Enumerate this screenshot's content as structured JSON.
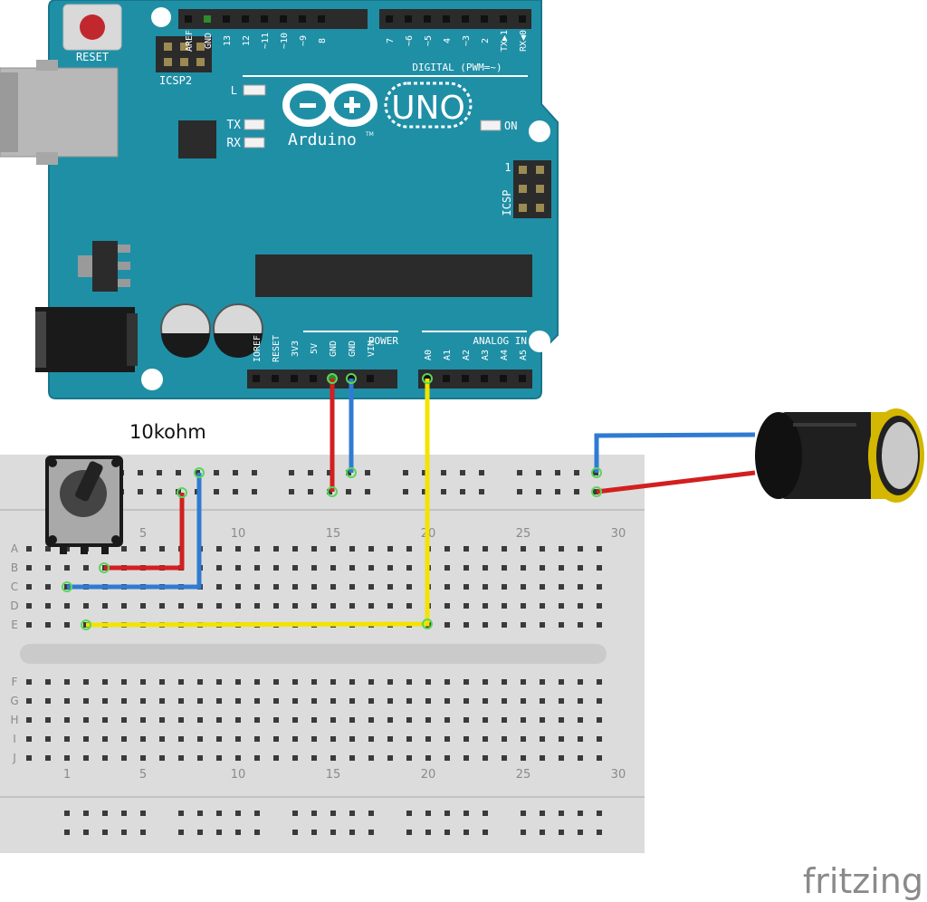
{
  "arduino": {
    "brand": "Arduino",
    "trademark": "TM",
    "model": "UNO",
    "reset_label": "RESET",
    "icsp2_label": "ICSP2",
    "icsp_label": "ICSP",
    "icsp_pin1": "1",
    "digital_label": "DIGITAL (PWM=~)",
    "power_label": "POWER",
    "analog_label": "ANALOG IN",
    "led_l": "L",
    "led_tx": "TX",
    "led_rx": "RX",
    "led_on": "ON",
    "digital_pins_left": [
      "AREF",
      "GND",
      "13",
      "12",
      "~11",
      "~10",
      "~9",
      "8"
    ],
    "digital_pins_right": [
      "7",
      "~6",
      "~5",
      "4",
      "~3",
      "2",
      "TX▶1",
      "RX◀0"
    ],
    "power_pins": [
      "IOREF",
      "RESET",
      "3V3",
      "5V",
      "GND",
      "GND",
      "VIN"
    ],
    "analog_pins": [
      "A0",
      "A1",
      "A2",
      "A3",
      "A4",
      "A5"
    ]
  },
  "potentiometer": {
    "label": "10kohm"
  },
  "breadboard": {
    "rows_top": [
      "A",
      "B",
      "C",
      "D",
      "E"
    ],
    "rows_bottom": [
      "F",
      "G",
      "H",
      "I",
      "J"
    ],
    "column_numbers": [
      "1",
      "5",
      "10",
      "15",
      "20",
      "25",
      "30"
    ]
  },
  "wires": [
    {
      "name": "wire-5v",
      "color": "#d21f1f"
    },
    {
      "name": "wire-gnd",
      "color": "#2f7bd3"
    },
    {
      "name": "wire-a0",
      "color": "#f2e400"
    },
    {
      "name": "wire-pot-red",
      "color": "#d21f1f"
    },
    {
      "name": "wire-pot-blue",
      "color": "#2f7bd3"
    },
    {
      "name": "wire-cap-blue",
      "color": "#2f7bd3"
    },
    {
      "name": "wire-cap-red",
      "color": "#d21f1f"
    }
  ],
  "colors": {
    "board": "#1f8fa6",
    "breadboard": "#dcdcdc",
    "header": "#2b2b2b"
  },
  "watermark": "fritzing"
}
